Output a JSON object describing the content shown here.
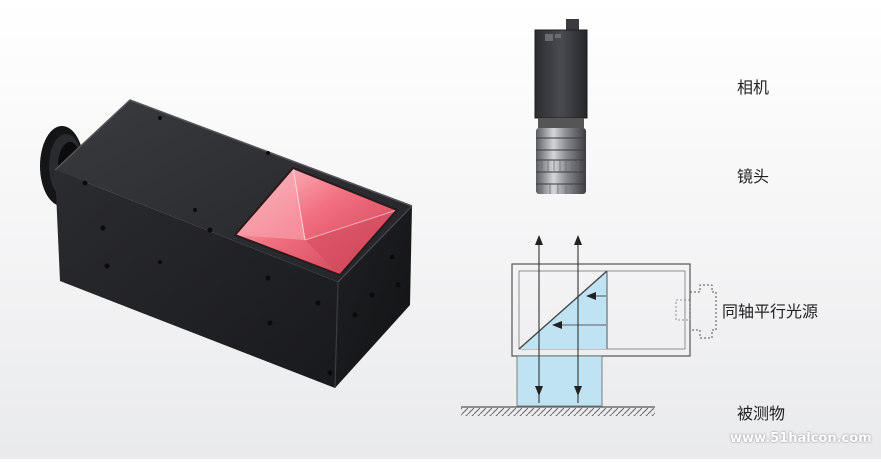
{
  "labels": {
    "camera": "相机",
    "lens": "镜头",
    "coaxial_light": "同轴平行光源",
    "object": "被测物"
  },
  "watermark": "www.51halcon.com",
  "colors": {
    "housing": "#1e1f22",
    "emitter": "#f05a6a",
    "beam_fill": "#bfe3f3",
    "outline": "#555555"
  },
  "icons": [
    "product-photo",
    "camera-icon",
    "lens-icon",
    "arrow-up-icon",
    "arrow-down-icon",
    "beam-splitter-icon",
    "ground-hatch-icon"
  ]
}
